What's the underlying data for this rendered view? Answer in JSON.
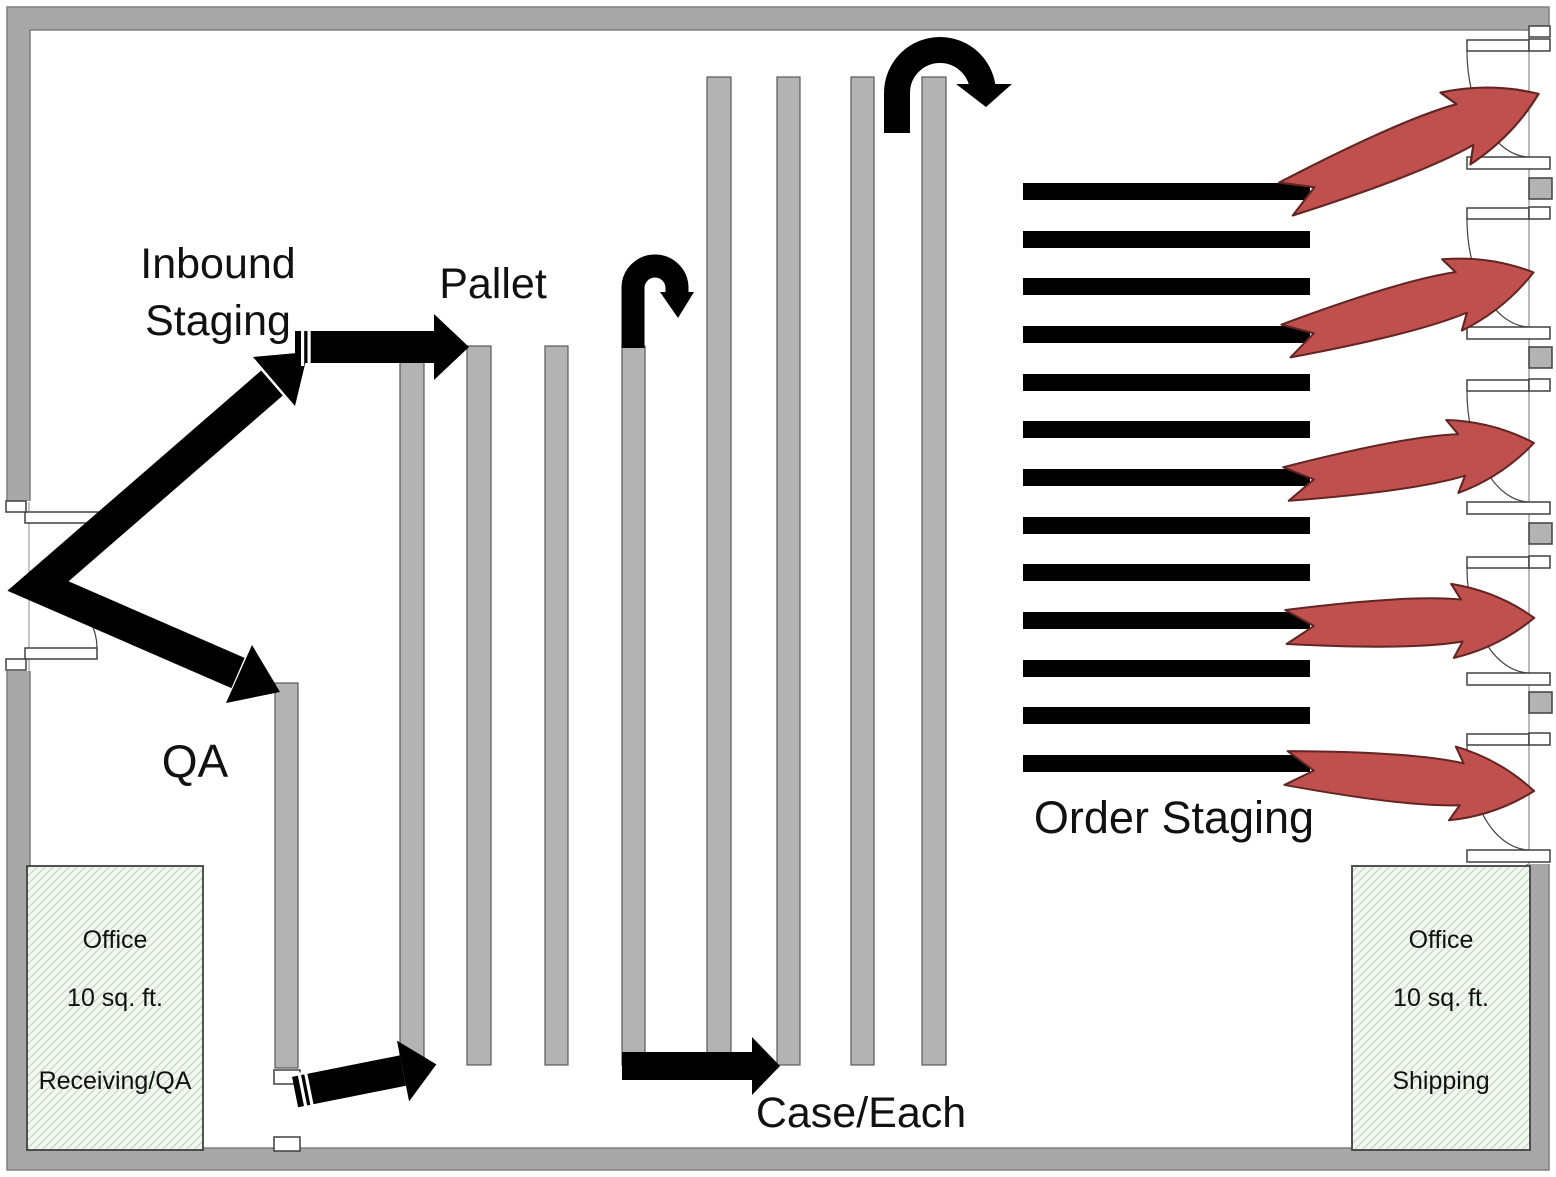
{
  "diagram": {
    "type": "warehouse-floor-plan-flow",
    "area_labels": {
      "inbound_staging": "Inbound Staging",
      "pallet": "Pallet",
      "qa": "QA",
      "case_each": "Case/Each",
      "order_staging": "Order Staging"
    },
    "offices": {
      "receiving": {
        "name": "Office",
        "size": "10 sq. ft.",
        "function": "Receiving/QA"
      },
      "shipping": {
        "name": "Office",
        "size": "10 sq. ft.",
        "function": "Shipping"
      }
    },
    "counts": {
      "storage_rack_rows": 8,
      "qa_rack_rows": 1,
      "order_staging_lanes": 13,
      "shipping_dock_doors": 5,
      "receiving_doors": 2,
      "outbound_red_arrows": 5,
      "black_flow_arrows": 7
    },
    "colors": {
      "wall_gray": "#a8a8a8",
      "wall_outline": "#7f7f7f",
      "rack_gray": "#b3b3b3",
      "rack_outline": "#595959",
      "flow_black": "#000000",
      "outbound_red": "#c0504d",
      "outbound_red_outline": "#632523",
      "office_fill": "#f2f7f0",
      "office_hatch": "#c3d6c3",
      "office_outline": "#404040"
    }
  }
}
